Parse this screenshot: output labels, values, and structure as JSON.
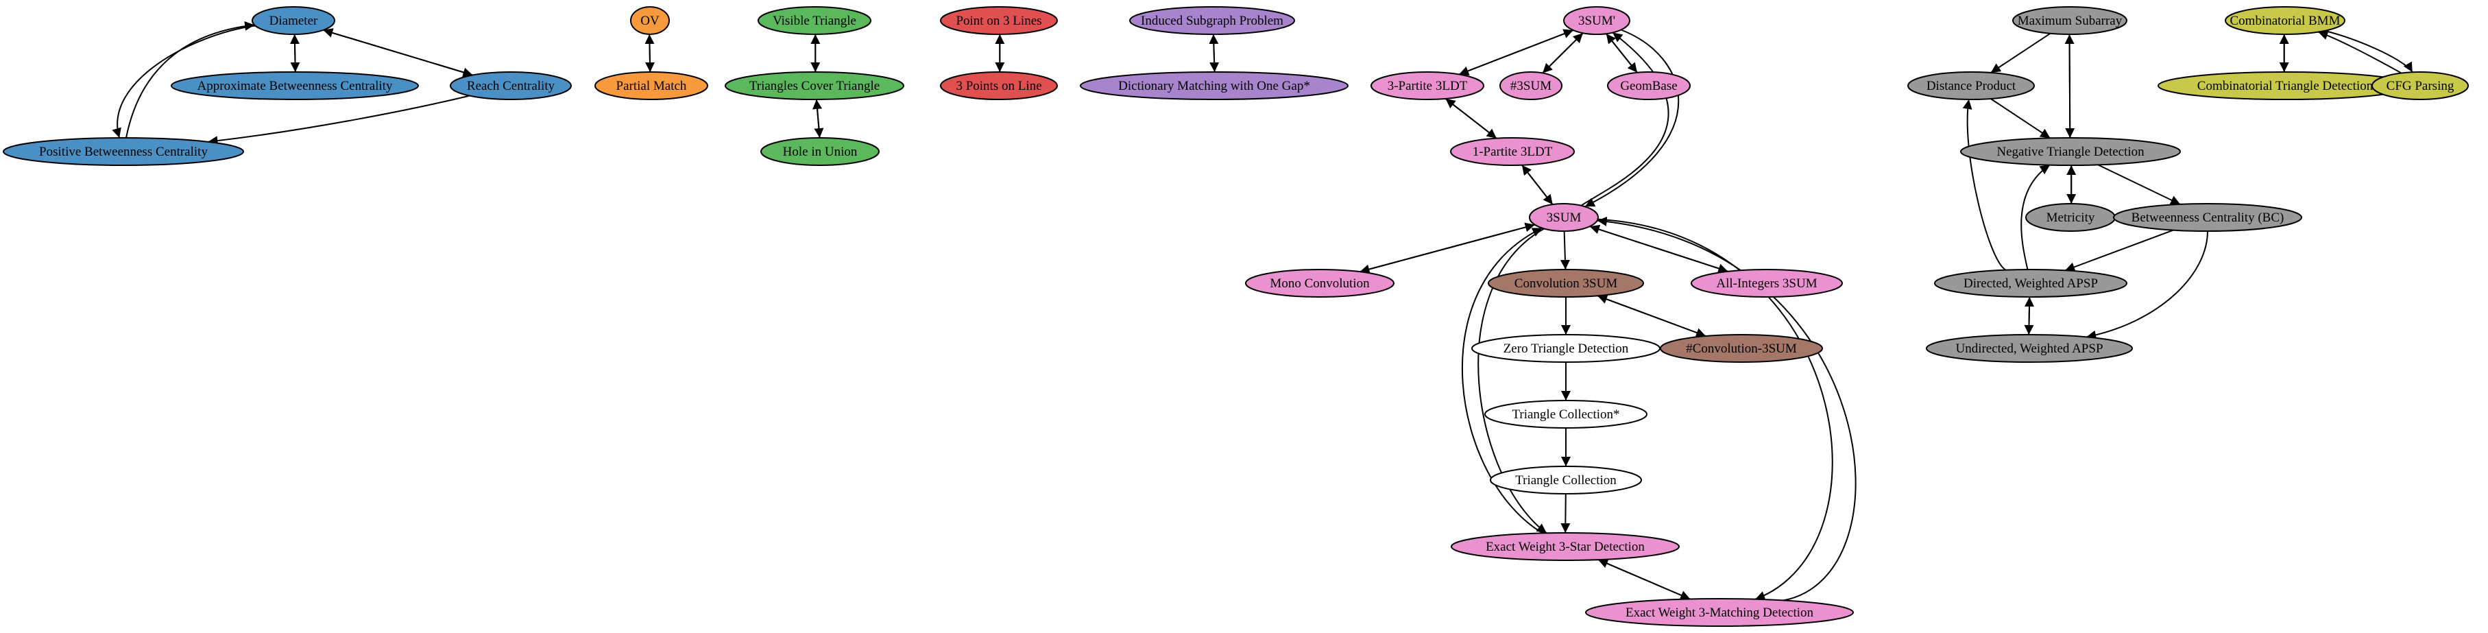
{
  "palette": {
    "blue": "#4a90c4",
    "orange": "#f7993d",
    "green": "#5cb85c",
    "red": "#e05050",
    "purple": "#a884cc",
    "pink": "#ea92cf",
    "brown": "#a47768",
    "gray": "#999999",
    "olive": "#c8c84a",
    "white": "#ffffff"
  },
  "nodes": [
    {
      "id": "diameter",
      "label": "Diameter",
      "color": "blue"
    },
    {
      "id": "abc",
      "label": "Approximate Betweenness Centrality",
      "color": "blue"
    },
    {
      "id": "reach",
      "label": "Reach Centrality",
      "color": "blue"
    },
    {
      "id": "pbc",
      "label": "Positive Betweenness Centrality",
      "color": "blue"
    },
    {
      "id": "ov",
      "label": "OV",
      "color": "orange"
    },
    {
      "id": "pm",
      "label": "Partial Match",
      "color": "orange"
    },
    {
      "id": "vt",
      "label": "Visible Triangle",
      "color": "green"
    },
    {
      "id": "tct",
      "label": "Triangles Cover Triangle",
      "color": "green"
    },
    {
      "id": "hiu",
      "label": "Hole in Union",
      "color": "green"
    },
    {
      "id": "po3l",
      "label": "Point on 3 Lines",
      "color": "red"
    },
    {
      "id": "3pol",
      "label": "3 Points on Line",
      "color": "red"
    },
    {
      "id": "isp",
      "label": "Induced Subgraph Problem",
      "color": "purple"
    },
    {
      "id": "dm1g",
      "label": "Dictionary Matching with One Gap*",
      "color": "purple"
    },
    {
      "id": "3sump",
      "label": "3SUM'",
      "color": "pink"
    },
    {
      "id": "3p3ldt",
      "label": "3-Partite 3LDT",
      "color": "pink"
    },
    {
      "id": "h3sum",
      "label": "#3SUM",
      "color": "pink"
    },
    {
      "id": "geombase",
      "label": "GeomBase",
      "color": "pink"
    },
    {
      "id": "1p3ldt",
      "label": "1-Partite 3LDT",
      "color": "pink"
    },
    {
      "id": "3sum",
      "label": "3SUM",
      "color": "pink"
    },
    {
      "id": "monoconv",
      "label": "Mono Convolution",
      "color": "pink"
    },
    {
      "id": "conv3sum",
      "label": "Convolution 3SUM",
      "color": "brown"
    },
    {
      "id": "allint",
      "label": "All-Integers 3SUM",
      "color": "pink"
    },
    {
      "id": "ztd",
      "label": "Zero Triangle Detection",
      "color": "white"
    },
    {
      "id": "hconv",
      "label": "#Convolution-3SUM",
      "color": "brown"
    },
    {
      "id": "tcs",
      "label": "Triangle Collection*",
      "color": "white"
    },
    {
      "id": "tc",
      "label": "Triangle Collection",
      "color": "white"
    },
    {
      "id": "ew3s",
      "label": "Exact Weight 3-Star Detection",
      "color": "pink"
    },
    {
      "id": "ew3m",
      "label": "Exact Weight 3-Matching Detection",
      "color": "pink"
    },
    {
      "id": "maxsub",
      "label": "Maximum Subarray",
      "color": "gray"
    },
    {
      "id": "distprod",
      "label": "Distance Product",
      "color": "gray"
    },
    {
      "id": "ntd",
      "label": "Negative Triangle Detection",
      "color": "gray"
    },
    {
      "id": "metricity",
      "label": "Metricity",
      "color": "gray"
    },
    {
      "id": "bc",
      "label": "Betweenness Centrality (BC)",
      "color": "gray"
    },
    {
      "id": "dwapsp",
      "label": "Directed, Weighted APSP",
      "color": "gray"
    },
    {
      "id": "uwapsp",
      "label": "Undirected, Weighted APSP",
      "color": "gray"
    },
    {
      "id": "cbmm",
      "label": "Combinatorial BMM",
      "color": "olive"
    },
    {
      "id": "ctd",
      "label": "Combinatorial Triangle Detection",
      "color": "olive"
    },
    {
      "id": "cfg",
      "label": "CFG Parsing",
      "color": "olive"
    }
  ],
  "edges": [
    {
      "from": "diameter",
      "to": "abc"
    },
    {
      "from": "abc",
      "to": "diameter"
    },
    {
      "from": "diameter",
      "to": "reach"
    },
    {
      "from": "reach",
      "to": "diameter"
    },
    {
      "from": "diameter",
      "to": "pbc"
    },
    {
      "from": "pbc",
      "to": "diameter"
    },
    {
      "from": "reach",
      "to": "pbc"
    },
    {
      "from": "ov",
      "to": "pm"
    },
    {
      "from": "pm",
      "to": "ov"
    },
    {
      "from": "vt",
      "to": "tct"
    },
    {
      "from": "tct",
      "to": "vt"
    },
    {
      "from": "tct",
      "to": "hiu"
    },
    {
      "from": "hiu",
      "to": "tct"
    },
    {
      "from": "po3l",
      "to": "3pol"
    },
    {
      "from": "3pol",
      "to": "po3l"
    },
    {
      "from": "isp",
      "to": "dm1g"
    },
    {
      "from": "dm1g",
      "to": "isp"
    },
    {
      "from": "3sump",
      "to": "3p3ldt"
    },
    {
      "from": "3p3ldt",
      "to": "3sump"
    },
    {
      "from": "3sump",
      "to": "h3sum"
    },
    {
      "from": "h3sum",
      "to": "3sump"
    },
    {
      "from": "3sump",
      "to": "geombase"
    },
    {
      "from": "geombase",
      "to": "3sump"
    },
    {
      "from": "3sump",
      "to": "3sum"
    },
    {
      "from": "3sum",
      "to": "3sump"
    },
    {
      "from": "3p3ldt",
      "to": "1p3ldt"
    },
    {
      "from": "1p3ldt",
      "to": "3p3ldt"
    },
    {
      "from": "1p3ldt",
      "to": "3sum"
    },
    {
      "from": "3sum",
      "to": "1p3ldt"
    },
    {
      "from": "3sum",
      "to": "monoconv"
    },
    {
      "from": "monoconv",
      "to": "3sum"
    },
    {
      "from": "3sum",
      "to": "conv3sum"
    },
    {
      "from": "3sum",
      "to": "allint"
    },
    {
      "from": "allint",
      "to": "3sum"
    },
    {
      "from": "conv3sum",
      "to": "ztd"
    },
    {
      "from": "conv3sum",
      "to": "hconv"
    },
    {
      "from": "hconv",
      "to": "conv3sum"
    },
    {
      "from": "ztd",
      "to": "tcs"
    },
    {
      "from": "tcs",
      "to": "tc"
    },
    {
      "from": "tc",
      "to": "ew3s"
    },
    {
      "from": "ew3s",
      "to": "3sum"
    },
    {
      "from": "3sum",
      "to": "ew3s"
    },
    {
      "from": "ew3s",
      "to": "ew3m"
    },
    {
      "from": "ew3m",
      "to": "ew3s"
    },
    {
      "from": "ew3m",
      "to": "3sum"
    },
    {
      "from": "3sum",
      "to": "ew3m"
    },
    {
      "from": "maxsub",
      "to": "distprod"
    },
    {
      "from": "maxsub",
      "to": "ntd"
    },
    {
      "from": "ntd",
      "to": "maxsub"
    },
    {
      "from": "distprod",
      "to": "ntd"
    },
    {
      "from": "ntd",
      "to": "metricity"
    },
    {
      "from": "metricity",
      "to": "ntd"
    },
    {
      "from": "ntd",
      "to": "bc"
    },
    {
      "from": "bc",
      "to": "dwapsp"
    },
    {
      "from": "bc",
      "to": "uwapsp"
    },
    {
      "from": "dwapsp",
      "to": "distprod"
    },
    {
      "from": "dwapsp",
      "to": "ntd"
    },
    {
      "from": "dwapsp",
      "to": "uwapsp"
    },
    {
      "from": "uwapsp",
      "to": "dwapsp"
    },
    {
      "from": "cbmm",
      "to": "ctd"
    },
    {
      "from": "ctd",
      "to": "cbmm"
    },
    {
      "from": "cbmm",
      "to": "cfg"
    },
    {
      "from": "cfg",
      "to": "cbmm"
    }
  ]
}
